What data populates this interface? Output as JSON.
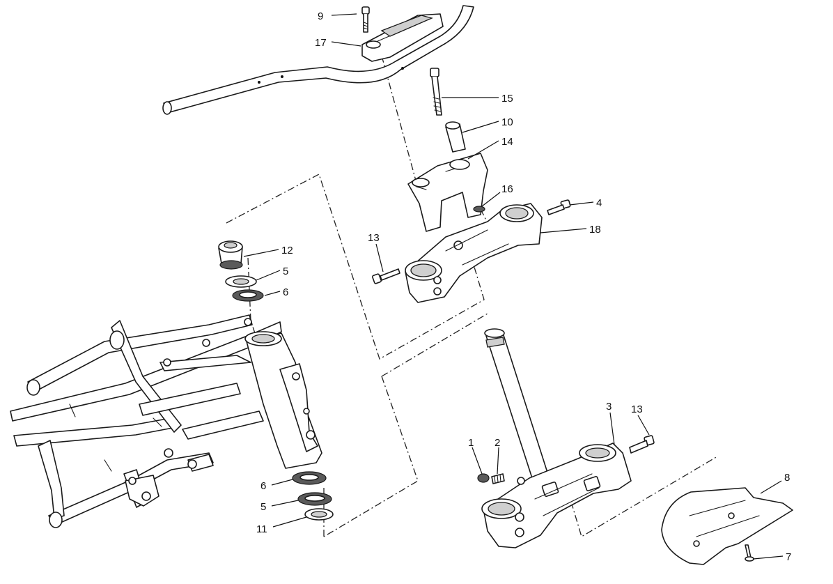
{
  "callouts": {
    "c1": "1",
    "c2": "2",
    "c3": "3",
    "c4": "4",
    "c5a": "5",
    "c5b": "5",
    "c6a": "6",
    "c6b": "6",
    "c7": "7",
    "c8": "8",
    "c9": "9",
    "c10": "10",
    "c11": "11",
    "c12": "12",
    "c13a": "13",
    "c13b": "13",
    "c14": "14",
    "c15": "15",
    "c16": "16",
    "c17": "17",
    "c18": "18"
  }
}
